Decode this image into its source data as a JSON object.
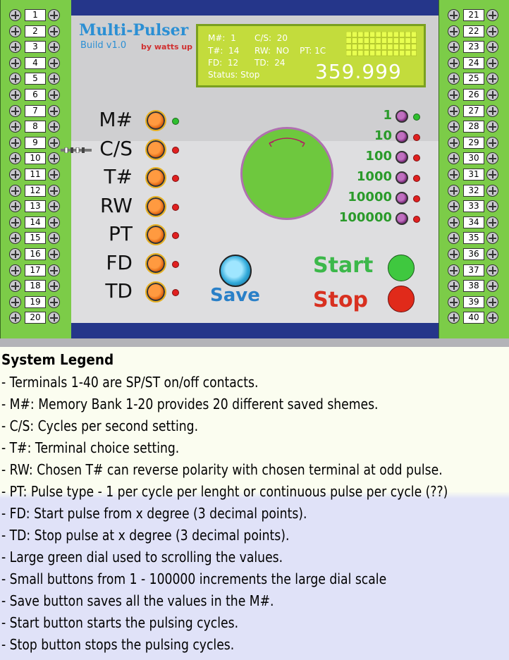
{
  "left_terminals": [
    "1",
    "2",
    "3",
    "4",
    "5",
    "6",
    "7",
    "8",
    "9",
    "10",
    "11",
    "12",
    "13",
    "14",
    "15",
    "16",
    "17",
    "18",
    "19",
    "20"
  ],
  "right_terminals": [
    "21",
    "22",
    "23",
    "24",
    "25",
    "26",
    "27",
    "28",
    "29",
    "30",
    "31",
    "32",
    "33",
    "34",
    "35",
    "36",
    "37",
    "38",
    "39",
    "40"
  ],
  "header": {
    "title": "Multi-Pulser",
    "build": "Build  v1.0",
    "byline": "by watts up"
  },
  "lcd": {
    "line1_a": "M#:  1",
    "line1_b": "C/S:  20",
    "line2_a": "T#:  14",
    "line2_b": "RW:  NO",
    "line2_c": "PT: 1C",
    "line3_a": "FD:  12",
    "line3_b": "TD:  24",
    "line4": "Status: Stop",
    "big_value": "359.999"
  },
  "settings": [
    {
      "label": "M#",
      "led": "green"
    },
    {
      "label": "C/S",
      "led": "red"
    },
    {
      "label": "T#",
      "led": "red"
    },
    {
      "label": "RW",
      "led": "red"
    },
    {
      "label": "PT",
      "led": "red"
    },
    {
      "label": "FD",
      "led": "red"
    },
    {
      "label": "TD",
      "led": "red"
    }
  ],
  "increments": [
    {
      "label": "1",
      "led": "green"
    },
    {
      "label": "10",
      "led": "red"
    },
    {
      "label": "100",
      "led": "red"
    },
    {
      "label": "1000",
      "led": "red"
    },
    {
      "label": "10000",
      "led": "red"
    },
    {
      "label": "100000",
      "led": "red"
    }
  ],
  "buttons": {
    "save": "Save",
    "start": "Start",
    "stop": "Stop"
  },
  "colors": {
    "led_green": "#2fbf2f",
    "led_red": "#e02020",
    "panel_bar": "#25368a",
    "terminal_strip": "#7ccc48"
  },
  "legend": {
    "title": "System Legend",
    "lines": [
      "- Terminals 1-40 are SP/ST on/off contacts.",
      "- M#: Memory Bank 1-20 provides 20 different saved shemes.",
      "- C/S: Cycles per second setting.",
      "- T#:  Terminal choice setting.",
      "- RW: Chosen T# can reverse polarity with chosen terminal at odd pulse.",
      "- PT: Pulse type - 1 per cycle per lenght or continuous pulse per cycle (??)",
      "- FD: Start pulse from x degree (3 decimal points).",
      "- TD: Stop pulse at x degree (3 decimal points).",
      "- Large green dial used to scrolling the values.",
      "- Small buttons from 1 - 100000 increments the large dial scale",
      "- Save button saves all the values in the M#.",
      "- Start button starts the pulsing cycles.",
      "- Stop button stops the pulsing cycles."
    ]
  }
}
